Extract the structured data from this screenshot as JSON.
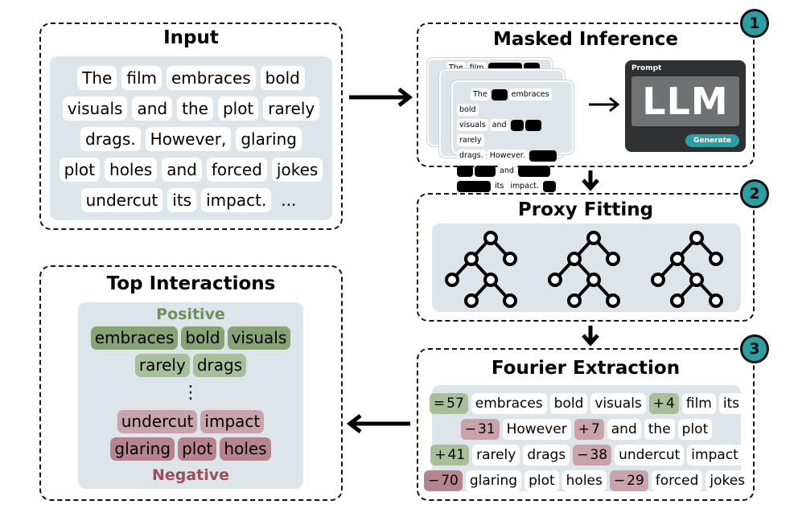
{
  "input": {
    "title": "Input",
    "rows": [
      [
        "The",
        "film",
        "embraces",
        "bold"
      ],
      [
        "visuals",
        "and",
        "the",
        "plot",
        "rarely"
      ],
      [
        "drags.",
        "However,",
        "glaring"
      ],
      [
        "plot",
        "holes",
        "and",
        "forced",
        "jokes"
      ],
      [
        "undercut",
        "its",
        "impact.",
        "..."
      ]
    ]
  },
  "masked": {
    "title": "Masked Inference",
    "badge": "1",
    "back_words": [
      "The",
      "film"
    ],
    "front_words": {
      "w1": "The",
      "w2": "embraces",
      "w3": "bold",
      "w4": "visuals",
      "w5": "and",
      "w6": "rarely",
      "w7": "drags.",
      "w8": "However.",
      "w9": "and",
      "w10": "its",
      "w11": "impact."
    },
    "llm": {
      "prompt_label": "Prompt",
      "model_label": "LLM",
      "generate_label": "Generate"
    }
  },
  "proxy": {
    "title": "Proxy Fitting",
    "badge": "2"
  },
  "fourier": {
    "title": "Fourier Extraction",
    "badge": "3",
    "rows": [
      [
        {
          "kind": "coef",
          "sign": "=",
          "value": "57",
          "tone": "pos"
        },
        {
          "kind": "word",
          "text": "embraces"
        },
        {
          "kind": "word",
          "text": "bold"
        },
        {
          "kind": "word",
          "text": "visuals"
        },
        {
          "kind": "coef",
          "sign": "+",
          "value": "4",
          "tone": "pos"
        },
        {
          "kind": "word",
          "text": "film"
        },
        {
          "kind": "word",
          "text": "its"
        }
      ],
      [
        {
          "kind": "coef",
          "sign": "−",
          "value": "31",
          "tone": "neg"
        },
        {
          "kind": "word",
          "text": "However"
        },
        {
          "kind": "coef",
          "sign": "+",
          "value": "7",
          "tone": "neg"
        },
        {
          "kind": "word",
          "text": "and"
        },
        {
          "kind": "word",
          "text": "the"
        },
        {
          "kind": "word",
          "text": "plot"
        }
      ],
      [
        {
          "kind": "coef",
          "sign": "+",
          "value": "41",
          "tone": "pos"
        },
        {
          "kind": "word",
          "text": "rarely"
        },
        {
          "kind": "word",
          "text": "drags"
        },
        {
          "kind": "coef",
          "sign": "−",
          "value": "38",
          "tone": "neg"
        },
        {
          "kind": "word",
          "text": "undercut"
        },
        {
          "kind": "word",
          "text": "impact"
        }
      ],
      [
        {
          "kind": "coef",
          "sign": "−",
          "value": "70",
          "tone": "neg2"
        },
        {
          "kind": "word",
          "text": "glaring"
        },
        {
          "kind": "word",
          "text": "plot"
        },
        {
          "kind": "word",
          "text": "holes"
        },
        {
          "kind": "coef",
          "sign": "−",
          "value": "29",
          "tone": "neg"
        },
        {
          "kind": "word",
          "text": "forced"
        },
        {
          "kind": "word",
          "text": "jokes"
        }
      ]
    ]
  },
  "top": {
    "title": "Top Interactions",
    "positive_label": "Positive",
    "negative_label": "Negative",
    "ellipsis": "⋮",
    "positive_rows": [
      [
        {
          "text": "embraces",
          "tone": "p1"
        },
        {
          "text": "bold",
          "tone": "p1"
        },
        {
          "text": "visuals",
          "tone": "p1"
        }
      ],
      [
        {
          "text": "rarely",
          "tone": "p2"
        },
        {
          "text": "drags",
          "tone": "p2"
        }
      ]
    ],
    "negative_rows": [
      [
        {
          "text": "undercut",
          "tone": "n1"
        },
        {
          "text": "impact",
          "tone": "n1"
        }
      ],
      [
        {
          "text": "glaring",
          "tone": "n2"
        },
        {
          "text": "plot",
          "tone": "n2"
        },
        {
          "text": "holes",
          "tone": "n2"
        }
      ]
    ]
  }
}
